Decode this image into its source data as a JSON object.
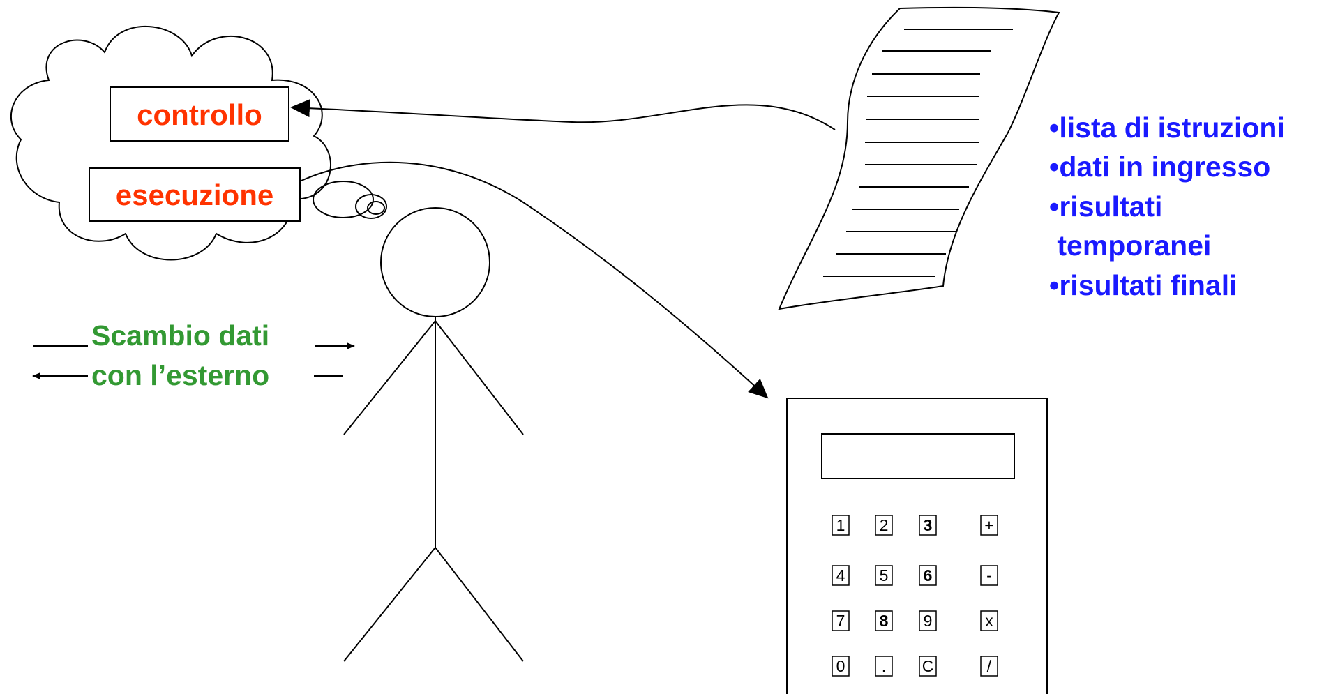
{
  "colors": {
    "control_text": "#ff3300",
    "exchange_text": "#339933",
    "list_text": "#1a1aff",
    "line": "#000000"
  },
  "brain": {
    "control_label": "controllo",
    "execution_label": "esecuzione"
  },
  "exchange": {
    "line1": "Scambio dati",
    "line2": "con l’esterno"
  },
  "document": {
    "items": [
      "•lista di istruzioni",
      "•dati in ingresso",
      "•risultati",
      " temporanei",
      "•risultati finali"
    ]
  },
  "calculator": {
    "keys": [
      {
        "label": "1",
        "bold": false
      },
      {
        "label": "2",
        "bold": false
      },
      {
        "label": "3",
        "bold": true
      },
      {
        "label": "+",
        "bold": false
      },
      {
        "label": "4",
        "bold": false
      },
      {
        "label": "5",
        "bold": false
      },
      {
        "label": "6",
        "bold": true
      },
      {
        "label": "-",
        "bold": false
      },
      {
        "label": "7",
        "bold": false
      },
      {
        "label": "8",
        "bold": true
      },
      {
        "label": "9",
        "bold": false
      },
      {
        "label": "x",
        "bold": false
      },
      {
        "label": "0",
        "bold": false
      },
      {
        "label": ".",
        "bold": false
      },
      {
        "label": "C",
        "bold": false
      },
      {
        "label": "/",
        "bold": false
      }
    ]
  }
}
